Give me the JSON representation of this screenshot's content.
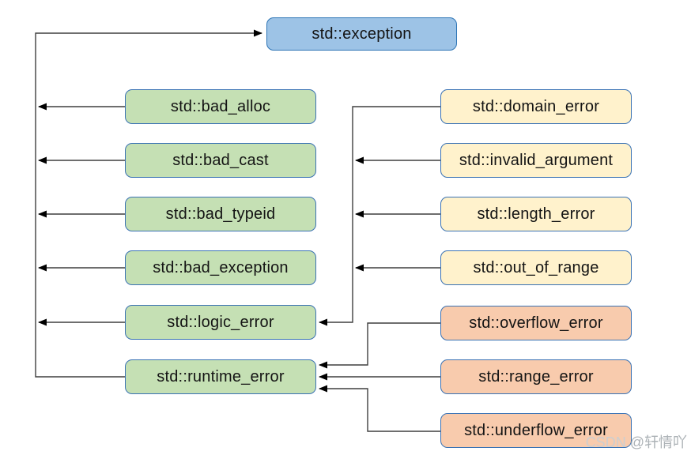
{
  "nodes": [
    {
      "id": "exception",
      "label": "std::exception",
      "color": "blue"
    },
    {
      "id": "bad_alloc",
      "label": "std::bad_alloc",
      "color": "green"
    },
    {
      "id": "bad_cast",
      "label": "std::bad_cast",
      "color": "green"
    },
    {
      "id": "bad_typeid",
      "label": "std::bad_typeid",
      "color": "green"
    },
    {
      "id": "bad_exception",
      "label": "std::bad_exception",
      "color": "green"
    },
    {
      "id": "logic_error",
      "label": "std::logic_error",
      "color": "green"
    },
    {
      "id": "runtime_error",
      "label": "std::runtime_error",
      "color": "green"
    },
    {
      "id": "domain_error",
      "label": "std::domain_error",
      "color": "yellow"
    },
    {
      "id": "invalid_argument",
      "label": "std::invalid_argument",
      "color": "yellow"
    },
    {
      "id": "length_error",
      "label": "std::length_error",
      "color": "yellow"
    },
    {
      "id": "out_of_range",
      "label": "std::out_of_range",
      "color": "yellow"
    },
    {
      "id": "overflow_error",
      "label": "std::overflow_error",
      "color": "orange"
    },
    {
      "id": "range_error",
      "label": "std::range_error",
      "color": "orange"
    },
    {
      "id": "underflow_error",
      "label": "std::underflow_error",
      "color": "orange"
    }
  ],
  "edges": [
    {
      "from": "std::bad_alloc",
      "to": "std::exception"
    },
    {
      "from": "std::bad_cast",
      "to": "std::exception"
    },
    {
      "from": "std::bad_typeid",
      "to": "std::exception"
    },
    {
      "from": "std::bad_exception",
      "to": "std::exception"
    },
    {
      "from": "std::logic_error",
      "to": "std::exception"
    },
    {
      "from": "std::runtime_error",
      "to": "std::exception"
    },
    {
      "from": "std::domain_error",
      "to": "std::logic_error"
    },
    {
      "from": "std::invalid_argument",
      "to": "std::logic_error"
    },
    {
      "from": "std::length_error",
      "to": "std::logic_error"
    },
    {
      "from": "std::out_of_range",
      "to": "std::logic_error"
    },
    {
      "from": "std::overflow_error",
      "to": "std::runtime_error"
    },
    {
      "from": "std::range_error",
      "to": "std::runtime_error"
    },
    {
      "from": "std::underflow_error",
      "to": "std::runtime_error"
    }
  ],
  "colors": {
    "blue": {
      "fill": "#9DC3E6",
      "border": "#2E75B6"
    },
    "green": {
      "fill": "#C5E0B4",
      "border": "#3A72B4"
    },
    "yellow": {
      "fill": "#FFF2CC",
      "border": "#3A72B4"
    },
    "orange": {
      "fill": "#F8CBAD",
      "border": "#3A72B4"
    },
    "line": "#3f3f3f"
  },
  "watermark": {
    "brand": "CSDN",
    "handle": "@轩情吖"
  }
}
